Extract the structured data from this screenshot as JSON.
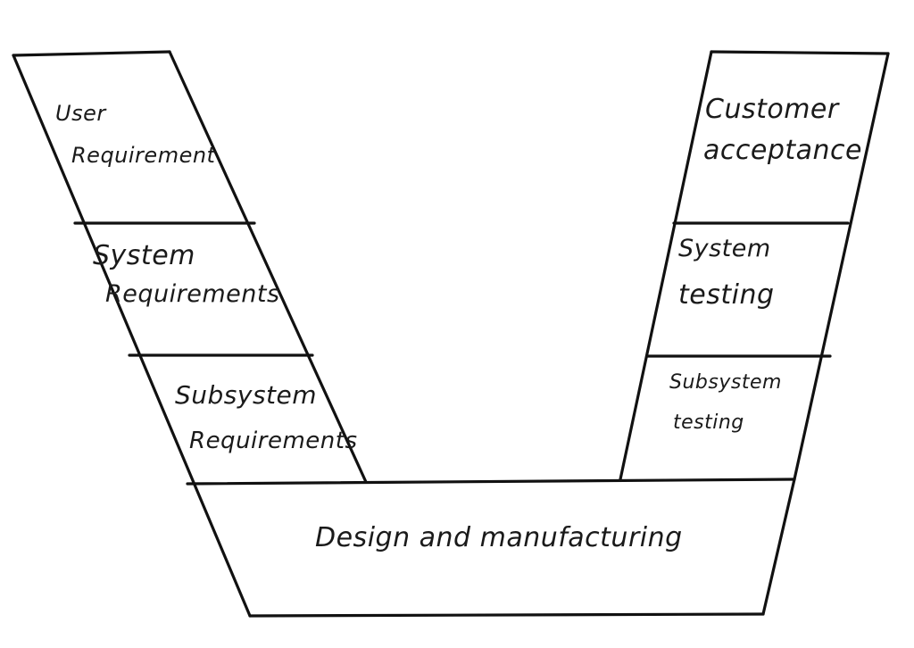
{
  "diagram": {
    "left_arm": [
      {
        "line1": "User",
        "line2": "Requirement"
      },
      {
        "line1": "System",
        "line2": "Requirements"
      },
      {
        "line1": "Subsystem",
        "line2": "Requirements"
      }
    ],
    "right_arm": [
      {
        "line1": "Customer",
        "line2": "acceptance"
      },
      {
        "line1": "System",
        "line2": "testing"
      },
      {
        "line1": "Subsystem",
        "line2": "testing"
      }
    ],
    "bottom": {
      "label": "Design and manufacturing"
    }
  }
}
